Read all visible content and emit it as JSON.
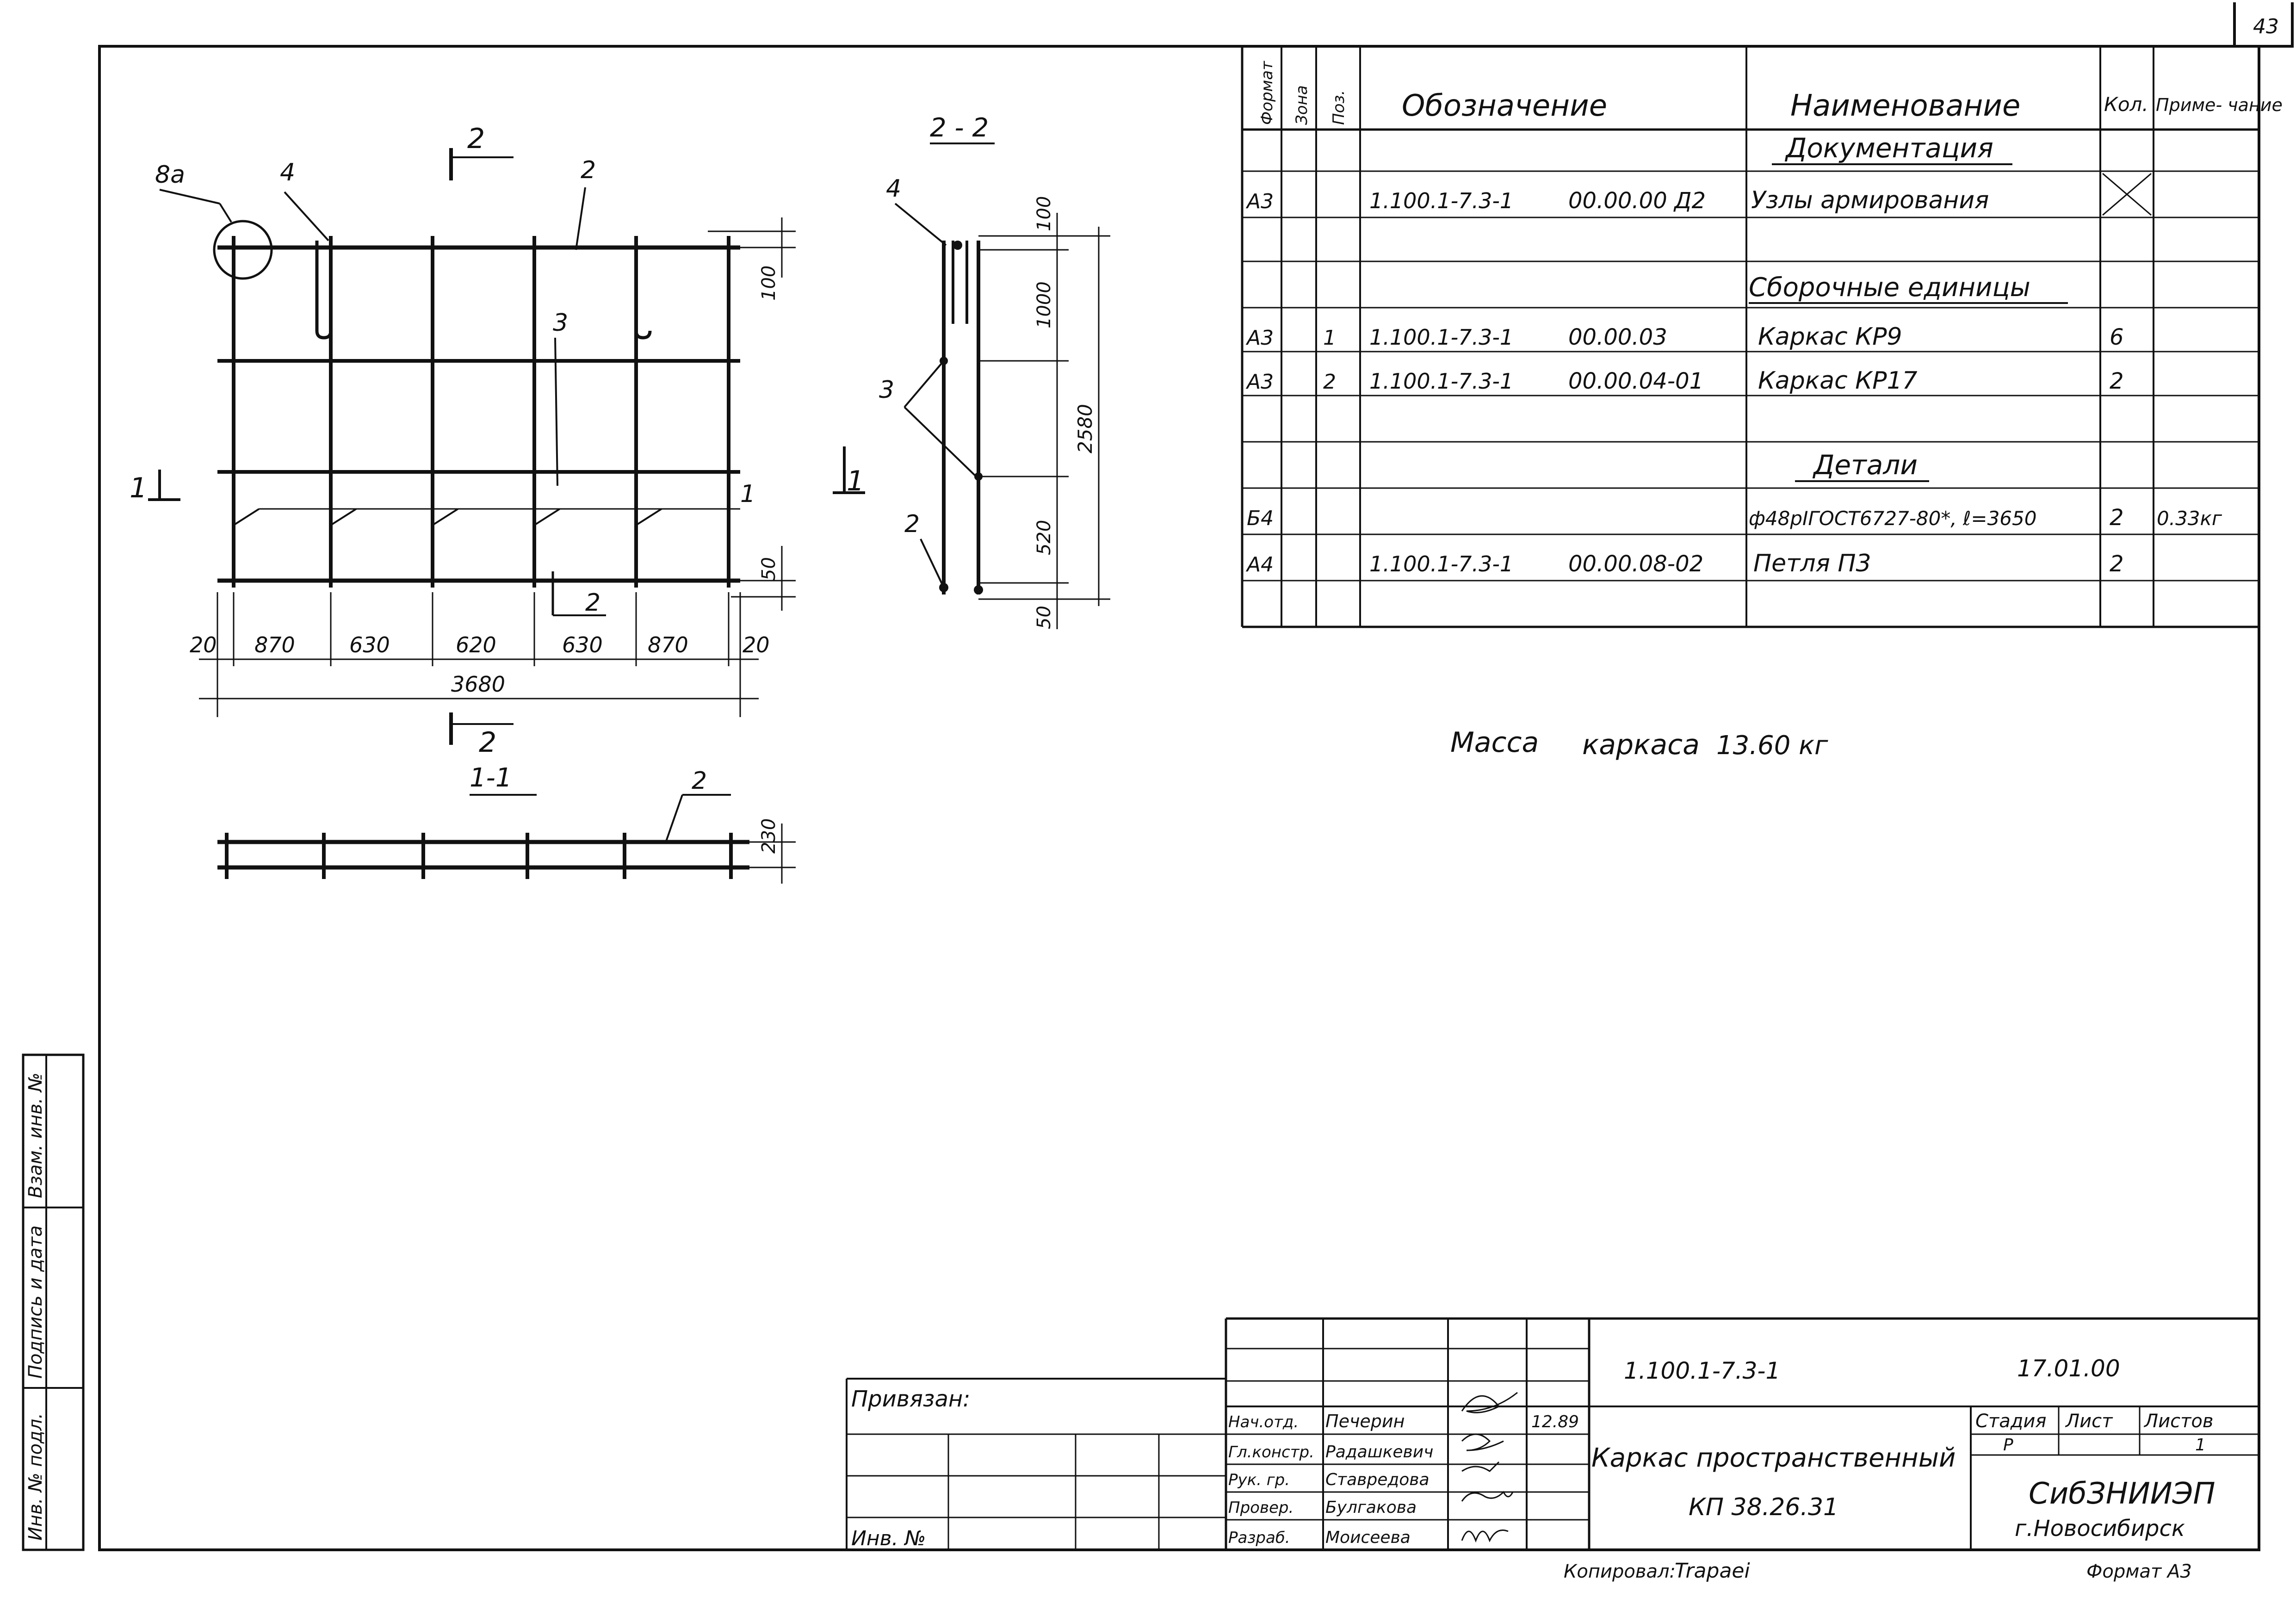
{
  "sheet_number": "43",
  "spec_table": {
    "headers": {
      "format": "Формат",
      "zone": "Зона",
      "pos": "Поз.",
      "designation": "Обозначение",
      "name": "Наименование",
      "qty": "Кол.",
      "note": "Приме- чание"
    },
    "sections": {
      "documentation": "Документация",
      "assemblies": "Сборочные единицы",
      "details": "Детали"
    },
    "rows": [
      {
        "format": "А3",
        "pos": "",
        "doc": "1.100.1-7.3-1",
        "code": "00.00.00 Д2",
        "name": "Узлы армирования",
        "qty": "",
        "note": ""
      },
      {
        "format": "А3",
        "pos": "1",
        "doc": "1.100.1-7.3-1",
        "code": "00.00.03",
        "name": "Каркас КР9",
        "qty": "6",
        "note": ""
      },
      {
        "format": "А3",
        "pos": "2",
        "doc": "1.100.1-7.3-1",
        "code": "00.00.04-01",
        "name": "Каркас КР17",
        "qty": "2",
        "note": ""
      },
      {
        "format": "Б4",
        "pos": "",
        "doc": "",
        "code": "",
        "name": "ф48рIГОСТ6727-80*, ℓ=3650",
        "qty": "2",
        "note": "0.33кг"
      },
      {
        "format": "А4",
        "pos": "",
        "doc": "1.100.1-7.3-1",
        "code": "00.00.08-02",
        "name": "Петля П3",
        "qty": "2",
        "note": ""
      }
    ]
  },
  "mass_label": "Масса",
  "mass_item": "каркаса",
  "mass_value": "13.60 кг",
  "drawing": {
    "plan_dims": [
      "20",
      "870",
      "630",
      "620",
      "630",
      "870",
      "20"
    ],
    "plan_total": "3680",
    "plan_right_dims": [
      "100",
      "50"
    ],
    "section_22_dims": [
      "100",
      "1000",
      "520",
      "50"
    ],
    "section_22_total": "2580",
    "section_11_dim": "230",
    "callouts": [
      "8а",
      "4",
      "2",
      "3",
      "1",
      "2",
      "2",
      "4",
      "3",
      "2",
      "2"
    ],
    "section_label_22": "2 - 2",
    "section_label_11": "1-1",
    "cut_mark_1": "1",
    "cut_mark_2": "2"
  },
  "left_strip": [
    "Инв. № подл.",
    "Подпись и дата",
    "Взам. инв. №"
  ],
  "binding": {
    "label": "Привязан:",
    "inv_label": "Инв. №"
  },
  "title_block": {
    "doc_code": "1.100.1-7.3-1",
    "date_code": "17.01.00",
    "roles": [
      "Нач.отд.",
      "Гл.констр.",
      "Рук. гр.",
      "Провер.",
      "Разраб."
    ],
    "people": [
      "Печерин",
      "Радашкевич",
      "Ставредова",
      "Булгакова",
      "Моисеева"
    ],
    "date": "12.89",
    "object_name": "Каркас пространственный",
    "object_code": "КП 38.26.31",
    "stage_label": "Стадия",
    "sheet_label": "Лист",
    "sheets_label": "Листов",
    "stage_value": "Р",
    "sheets_value": "1",
    "org": "СибЗНИИЭП",
    "city": "г.Новосибирск"
  },
  "copied_label": "Копировал:",
  "copied_sign": "Trapaei",
  "format_label": "Формат А3"
}
